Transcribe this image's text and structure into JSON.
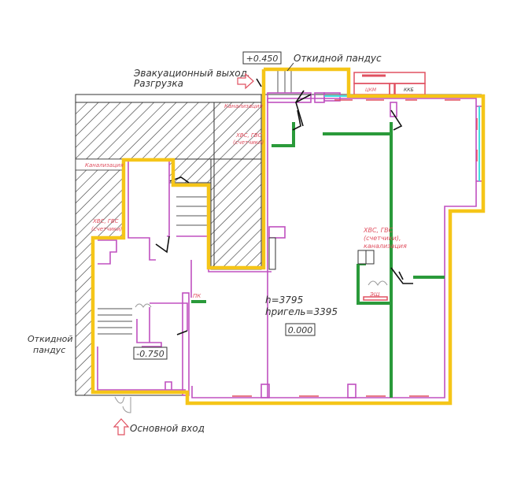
{
  "plan": {
    "labels": {
      "evac_exit_line1": "Эвакуационный выход.",
      "evac_exit_line2": "Разгрузка",
      "ramp_top": "Откидной пандус",
      "ramp_left_line1": "Откидной",
      "ramp_left_line2": "пандус",
      "main_entrance": "Основной вход",
      "height": "h=3795",
      "height_beam": "hригель=3395"
    },
    "levels": {
      "top": "+0.450",
      "main": "0.000",
      "entrance": "-0.750"
    },
    "utility_labels": {
      "utilities_right_line1": "ХВС, ГВС",
      "utilities_right_line2": "(счетчики),",
      "utilities_right_line3": "канализация",
      "utilities_top_line1": "ХВС, ГВС",
      "utilities_top_line2": "(счетчики)",
      "sewer_top": "Канализация",
      "sewer_left": "Канализация",
      "utilities_left_line1": "ХВС, ГВС",
      "utilities_left_line2": "(счетчики)",
      "panel_shch": "ЭЩ",
      "panel_pk": "ПК",
      "cabinet_tskm": "ЦКМ",
      "cabinet_kkb": "ККБ"
    },
    "colors": {
      "boundary": "#f5c518",
      "partition": "#c050c0",
      "new_wall": "#2a9a3a",
      "utility": "#e05060",
      "glazing": "#40e0e0",
      "hatch": "#333333"
    }
  }
}
